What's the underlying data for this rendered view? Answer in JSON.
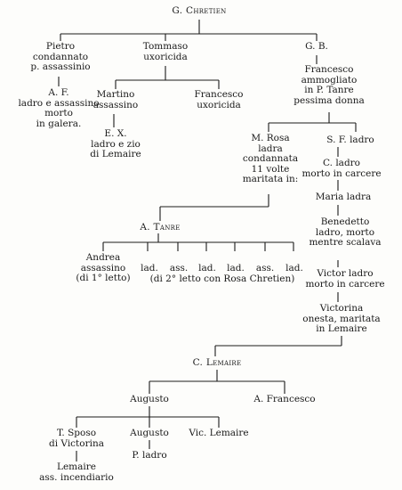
{
  "tree": {
    "root": "G. Chretien",
    "gen1": {
      "pietro": [
        "Pietro",
        "condannato",
        "p. assassinio"
      ],
      "af": [
        "A. F.",
        "ladro e assassino",
        "morto",
        "in galera."
      ],
      "tommaso": [
        "Tommaso",
        "uxoricida"
      ],
      "martino": [
        "Martino",
        "assassino"
      ],
      "ex": [
        "E. X.",
        "ladro e zio",
        "di Lemaire"
      ],
      "francesco_ux": [
        "Francesco",
        "uxoricida"
      ],
      "gb": [
        "G. B."
      ],
      "francesco_amm": [
        "Francesco",
        "ammogliato",
        "in P. Tanre",
        "pessima donna"
      ]
    },
    "rosa_branch": {
      "mrosa": [
        "M. Rosa",
        "ladra",
        "condannata",
        "11 volte",
        "maritata in:"
      ],
      "sf": [
        "S. F. ladro"
      ],
      "c": [
        "C. ladro",
        "morto in carcere"
      ],
      "maria": [
        "Maria ladra"
      ],
      "benedetto": [
        "Benedetto",
        "ladro, morto",
        "mentre scalava"
      ],
      "victor": [
        "Victor ladro",
        "morto in carcere"
      ],
      "victorina": [
        "Victorina",
        "onesta, maritata",
        "in Lemaire"
      ]
    },
    "tanre": {
      "name": "A. Tanre",
      "andrea": [
        "Andrea",
        "assassino",
        "(di 1° letto)"
      ],
      "children": [
        "lad.",
        "ass.",
        "lad.",
        "lad.",
        "ass.",
        "lad."
      ],
      "second_bed_note": "(di 2° letto con Rosa Chretien)"
    },
    "lemaire": {
      "name": "C. Lemaire",
      "augusto": "Augusto",
      "af2": "A. Francesco",
      "tsposo": [
        "T. Sposo",
        "di Victorina"
      ],
      "augusto2": "Augusto",
      "vic": "Vic. Lemaire",
      "lemaire_ass": [
        "Lemaire",
        "ass. incendiario"
      ],
      "pladro": "P. ladro"
    }
  }
}
